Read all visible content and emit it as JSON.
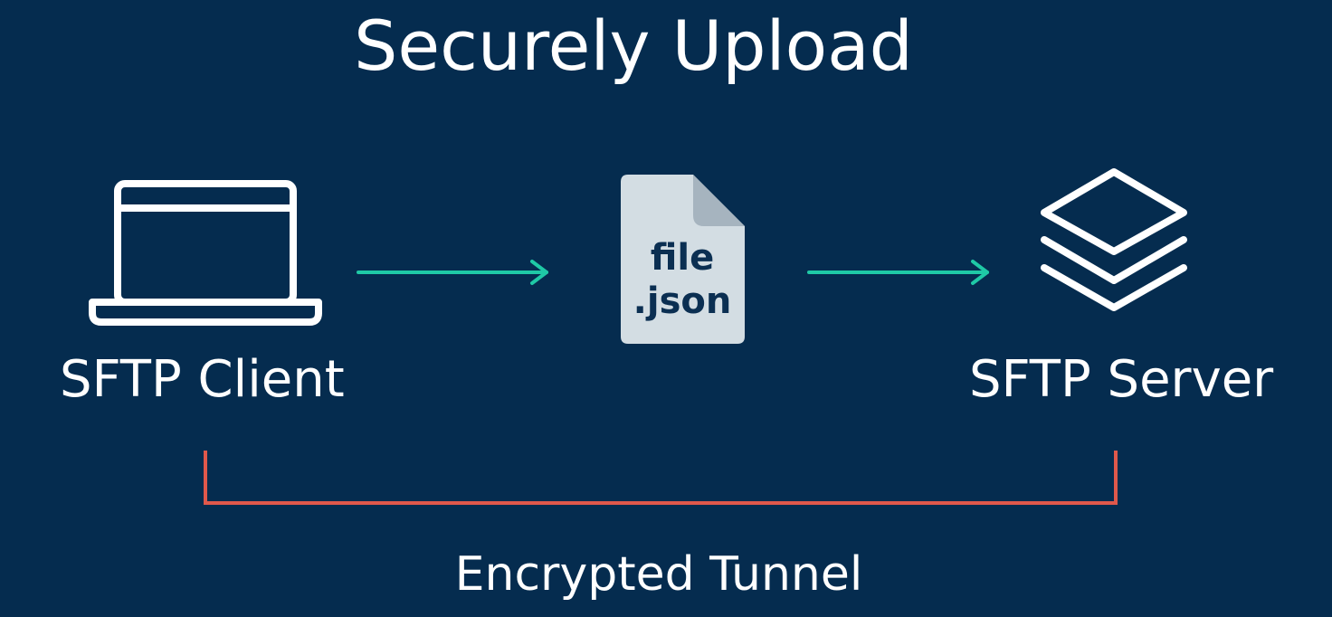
{
  "title": "Securely Upload",
  "client": {
    "label": "SFTP Client",
    "icon": "laptop-icon"
  },
  "server": {
    "label": "SFTP Server",
    "icon": "layers-icon"
  },
  "file": {
    "name": "file",
    "ext": ".json",
    "icon": "file-icon"
  },
  "tunnel": {
    "label": "Encrypted Tunnel"
  },
  "colors": {
    "background": "#052c4f",
    "arrow": "#1fc9a6",
    "tunnel": "#e0584b",
    "icon_stroke": "#ffffff",
    "file_fill": "#d3dde3",
    "file_fold": "#a6b4bf",
    "file_text": "#0b2f52"
  }
}
